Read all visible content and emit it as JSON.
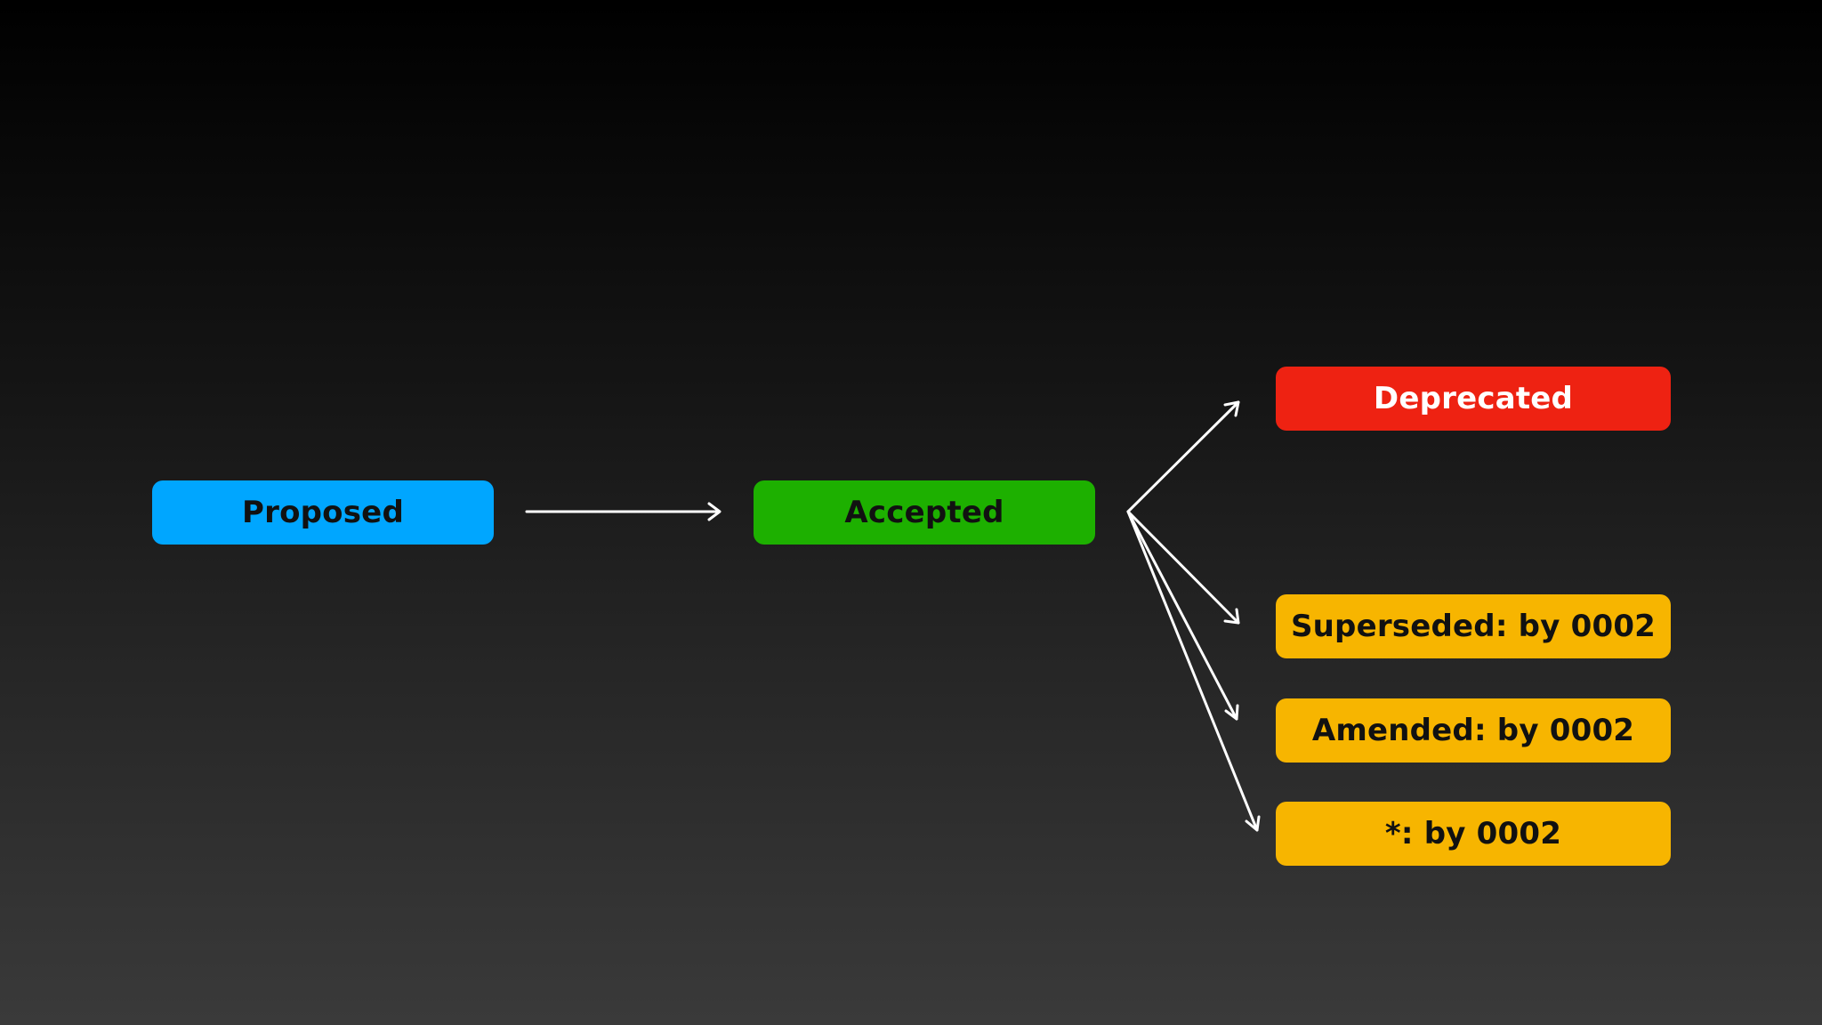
{
  "nodes": {
    "proposed": {
      "label": "Proposed",
      "bg": "#00a6ff",
      "fg": "#111111"
    },
    "accepted": {
      "label": "Accepted",
      "bg": "#1db000",
      "fg": "#111111"
    },
    "deprecated": {
      "label": "Deprecated",
      "bg": "#ee2212",
      "fg": "#ffffff"
    },
    "superseded": {
      "label": "Superseded: by 0002",
      "bg": "#f7b500",
      "fg": "#111111"
    },
    "amended": {
      "label": "Amended: by 0002",
      "bg": "#f7b500",
      "fg": "#111111"
    },
    "wildcard": {
      "label": "*: by 0002",
      "bg": "#f7b500",
      "fg": "#111111"
    }
  },
  "edges": [
    {
      "from": "proposed",
      "to": "accepted"
    },
    {
      "from": "accepted",
      "to": "deprecated"
    },
    {
      "from": "accepted",
      "to": "superseded"
    },
    {
      "from": "accepted",
      "to": "amended"
    },
    {
      "from": "accepted",
      "to": "wildcard"
    }
  ],
  "colors": {
    "arrow": "#ffffff",
    "background_top": "#000000",
    "background_bottom": "#3a3a3a"
  }
}
